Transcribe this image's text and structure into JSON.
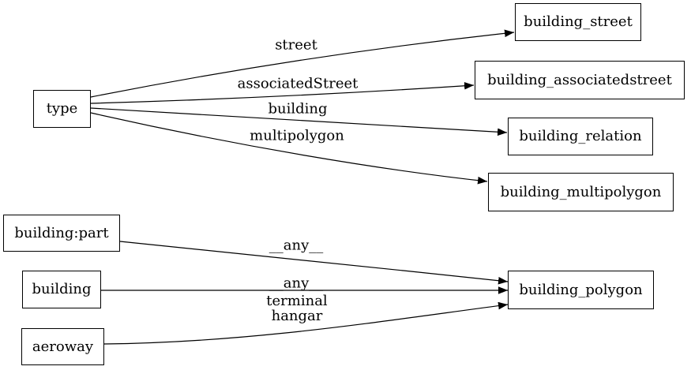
{
  "diagram": {
    "background_color": "#ffffff",
    "line_color": "#000000",
    "nodes": [
      {
        "id": "type",
        "label": "type"
      },
      {
        "id": "building_street",
        "label": "building_street"
      },
      {
        "id": "building_associatedstreet",
        "label": "building_associatedstreet"
      },
      {
        "id": "building_relation",
        "label": "building_relation"
      },
      {
        "id": "building_multipolygon",
        "label": "building_multipolygon"
      },
      {
        "id": "building_part",
        "label": "building:part"
      },
      {
        "id": "building",
        "label": "building"
      },
      {
        "id": "aeroway",
        "label": "aeroway"
      },
      {
        "id": "building_polygon",
        "label": "building_polygon"
      }
    ],
    "edges": [
      {
        "from": "type",
        "to": "building_street",
        "label": "street"
      },
      {
        "from": "type",
        "to": "building_associatedstreet",
        "label": "associatedStreet"
      },
      {
        "from": "type",
        "to": "building_relation",
        "label": "building"
      },
      {
        "from": "type",
        "to": "building_multipolygon",
        "label": "multipolygon"
      },
      {
        "from": "building:part",
        "to": "building_polygon",
        "label": "__any__"
      },
      {
        "from": "building",
        "to": "building_polygon",
        "label": "__any__"
      },
      {
        "from": "aeroway",
        "to": "building_polygon",
        "label": "terminal\nhangar"
      }
    ]
  }
}
